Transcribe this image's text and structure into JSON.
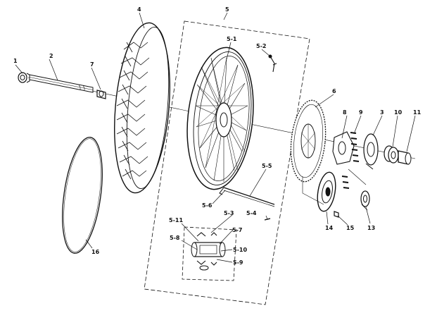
{
  "diagram": {
    "callouts": {
      "c1": "1",
      "c2": "2",
      "c3": "3",
      "c4": "4",
      "c5": "5",
      "c5_1": "5-1",
      "c5_2": "5-2",
      "c5_3": "5-3",
      "c5_4": "5-4",
      "c5_5": "5-5",
      "c5_6": "5-6",
      "c5_7": "5-7",
      "c5_8": "5-8",
      "c5_9": "5-9",
      "c5_10": "5-10",
      "c5_11": "5-11",
      "c6": "6",
      "c7": "7",
      "c8": "8",
      "c9": "9",
      "c10": "10",
      "c11": "11",
      "c13": "13",
      "c14": "14",
      "c15": "15",
      "c16": "16"
    },
    "colors": {
      "line": "#111111",
      "background": "#ffffff"
    }
  }
}
